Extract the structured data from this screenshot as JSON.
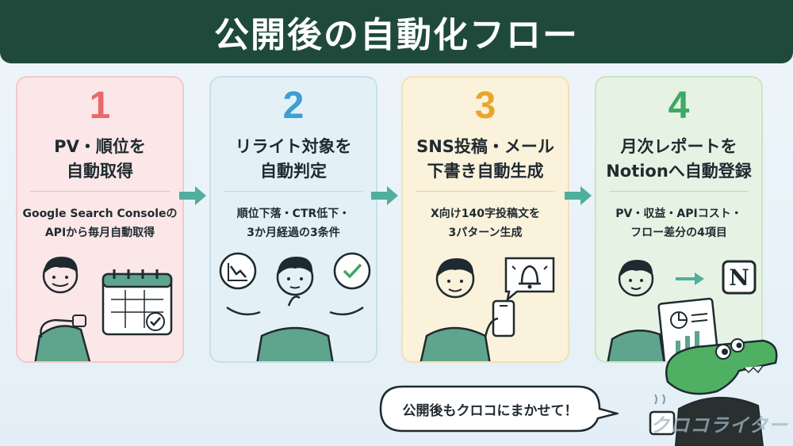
{
  "header": {
    "title": "公開後の自動化フロー"
  },
  "steps": [
    {
      "number": "1",
      "title_lines": [
        "PV・順位を",
        "自動取得"
      ],
      "desc_lines": [
        "Google Search Consoleの",
        "APIから毎月自動取得"
      ],
      "accent": "#e9686a",
      "bg": "#fbe7e7",
      "border": "#f2c9c9",
      "illustration": "calendar-check"
    },
    {
      "number": "2",
      "title_lines": [
        "リライト対象を",
        "自動判定"
      ],
      "desc_lines": [
        "順位下落・CTR低下・",
        "3か月経過の3条件"
      ],
      "accent": "#3e9fd4",
      "bg": "#e3f1f6",
      "border": "#c4e1ec",
      "illustration": "chart-and-check"
    },
    {
      "number": "3",
      "title_lines": [
        "SNS投稿・メール",
        "下書き自動生成"
      ],
      "desc_lines": [
        "X向け140字投稿文を",
        "3パターン生成"
      ],
      "accent": "#e9a62a",
      "bg": "#fbf2dc",
      "border": "#f1e1b6",
      "illustration": "phone-bell"
    },
    {
      "number": "4",
      "title_lines": [
        "月次レポートを",
        "Notionへ自動登録"
      ],
      "desc_lines": [
        "PV・収益・APIコスト・",
        "フロー差分の4項目"
      ],
      "accent": "#3ea864",
      "bg": "#e6f3e4",
      "border": "#c9e4c6",
      "illustration": "report-notion"
    }
  ],
  "footer": {
    "speech_text": "公開後もクロコにまかせて！",
    "logo_text": "クロコライター"
  },
  "colors": {
    "banner": "#1f4a3b",
    "arrow": "#4fae9d",
    "ink": "#1f2a30",
    "shirt": "#5fa48d"
  }
}
